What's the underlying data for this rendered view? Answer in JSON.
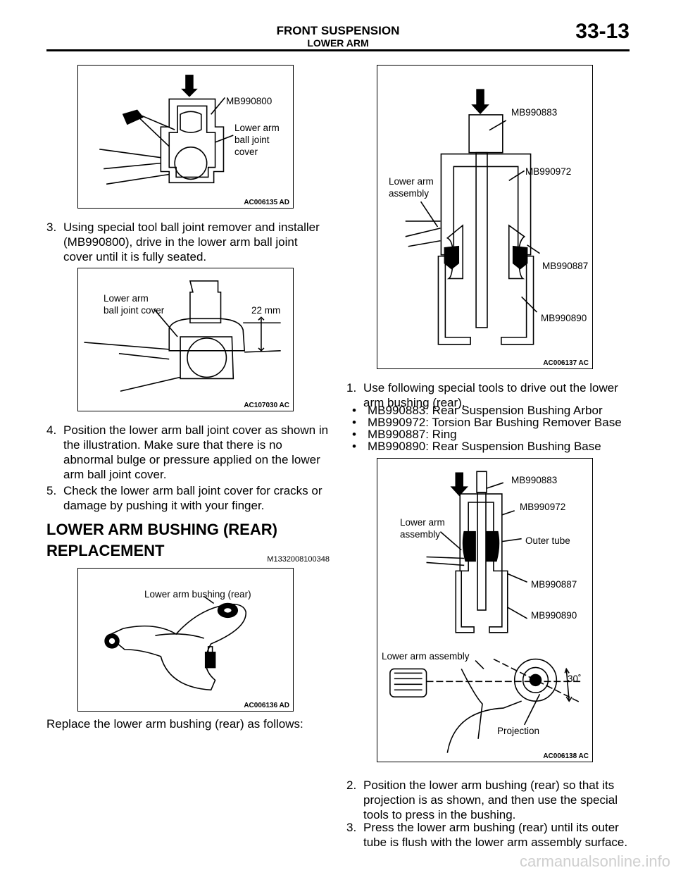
{
  "header": {
    "section_title": "FRONT SUSPENSION",
    "subsection": "LOWER ARM",
    "page_number": "33-13"
  },
  "figures": {
    "fig1": {
      "code": "AC006135 AD",
      "labels": [
        "MB990800",
        "Lower arm",
        "ball joint",
        "cover"
      ]
    },
    "fig2": {
      "code": "AC107030 AC",
      "labels": [
        "Lower arm",
        "ball joint cover",
        "22 mm"
      ]
    },
    "fig3": {
      "code": "AC006136 AD",
      "labels": [
        "Lower arm bushing (rear)"
      ]
    },
    "fig4": {
      "code": "AC006137 AC",
      "labels": [
        "MB990883",
        "Lower arm",
        "assembly",
        "MB990972",
        "MB990887",
        "MB990890"
      ]
    },
    "fig5": {
      "code": "AC006138 AC",
      "labels": [
        "MB990883",
        "MB990972",
        "Lower arm",
        "assembly",
        "Outer tube",
        "MB990887",
        "MB990890",
        "Lower arm assembly",
        "30˚",
        "Projection"
      ]
    }
  },
  "left_steps": [
    {
      "num": "3.",
      "text": "Using special tool ball joint remover and installer (MB990800), drive in the lower arm ball joint cover until it is fully seated."
    },
    {
      "num": "4.",
      "text": "Position the lower arm ball joint cover as shown in the illustration. Make sure that there is no abnormal bulge or pressure applied on the lower arm ball joint cover."
    },
    {
      "num": "5.",
      "text": "Check the lower arm ball joint cover for cracks or damage by pushing it with your finger."
    }
  ],
  "section": {
    "heading_line1": "LOWER ARM BUSHING (REAR)",
    "heading_line2": "REPLACEMENT",
    "doc_id": "M1332008100348",
    "intro": "Replace the lower arm bushing (rear) as follows:"
  },
  "right_steps": [
    {
      "num": "1.",
      "text": "Use following special tools to drive out the lower arm bushing (rear)."
    },
    {
      "num": "2.",
      "text": "Position the lower arm bushing (rear) so that its projection is as shown, and then use the special tools to press in the bushing."
    },
    {
      "num": "3.",
      "text": "Press the lower arm bushing (rear) until its outer tube is flush with the lower arm assembly surface."
    }
  ],
  "tools": [
    "MB990883: Rear Suspension Bushing Arbor",
    "MB990972: Torsion Bar Bushing Remover Base",
    "MB990887: Ring",
    "MB990890: Rear Suspension Bushing Base"
  ],
  "watermark": "carmanualsonline.info"
}
